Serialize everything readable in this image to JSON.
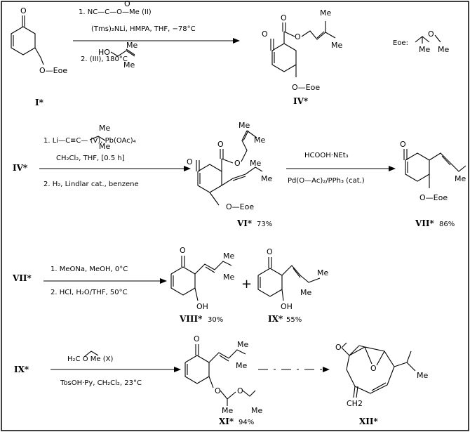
{
  "compounds": [
    {
      "id": "I",
      "label": "I*"
    },
    {
      "id": "IV",
      "label": "IV*"
    },
    {
      "id": "IV_start",
      "label": "IV*"
    },
    {
      "id": "VI",
      "label": "VI*",
      "yield": "73%"
    },
    {
      "id": "VII",
      "label": "VII*",
      "yield": "86%"
    },
    {
      "id": "VII_start",
      "label": "VII*"
    },
    {
      "id": "VIII",
      "label": "VIII*",
      "yield": "30%"
    },
    {
      "id": "IX",
      "label": "IX*",
      "yield": "55%"
    },
    {
      "id": "IX_start",
      "label": "IX*"
    },
    {
      "id": "XI",
      "label": "XI*",
      "yield": "94%"
    },
    {
      "id": "XII",
      "label": "XII*"
    }
  ],
  "legend": {
    "eoe": "Eoe:",
    "me1": "Me",
    "me2": "Me",
    "o": "O"
  },
  "atoms": {
    "o": "O",
    "me": "Me",
    "oeoe": "O—Eoe",
    "oh": "OH",
    "ch2": "CH2",
    "plus": "+"
  },
  "reactions": [
    {
      "id": "r1",
      "above": [
        "1. NC—C—O—Me   (II)",
        "(Tms)₂NLi,  HMPA,  THF,   −78°C"
      ],
      "below": [
        "2.          (III),  180°C"
      ],
      "reagent_label_1": "O",
      "reagent_label_2": "HO",
      "reagent_label_3": "Me",
      "reagent_label_4": "Me"
    },
    {
      "id": "r2",
      "above": [
        "1. Li—C≡C—      (V),  Pb(OAc)₄",
        "CH₂Cl₂,  THF,   [0.5 h]"
      ],
      "below": [
        "2. H₂,  Lindlar cat.,  benzene"
      ],
      "reagent_label_1": "Me",
      "reagent_label_2": "Me"
    },
    {
      "id": "r3",
      "above": [
        "HCOOH·NEt₃"
      ],
      "below": [
        "Pd(O—Ac)₂/PPh₃ (cat.)"
      ]
    },
    {
      "id": "r4",
      "above": [
        "1. MeONa,  MeOH,   0°C"
      ],
      "below": [
        "2. HCl,  H₂O/THF,  50°C"
      ]
    },
    {
      "id": "r5",
      "above": [
        "H₂C       O     Me   (X)"
      ],
      "below": [
        "TosOH·Py,  CH₂Cl₂,   23°C"
      ]
    },
    {
      "id": "r6",
      "above": [],
      "below": []
    }
  ]
}
